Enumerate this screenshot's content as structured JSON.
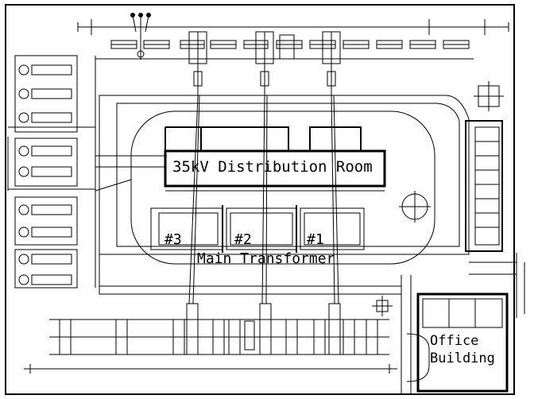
{
  "labels": {
    "distribution_room": "35kV Distribution Room",
    "transformer_3": "#3",
    "transformer_2": "#2",
    "transformer_1": "#1",
    "main_transformer": "Main Transformer",
    "office_line1": "Office",
    "office_line2": "Building"
  },
  "colors": {
    "ink": "#000000",
    "paper": "#ffffff"
  }
}
